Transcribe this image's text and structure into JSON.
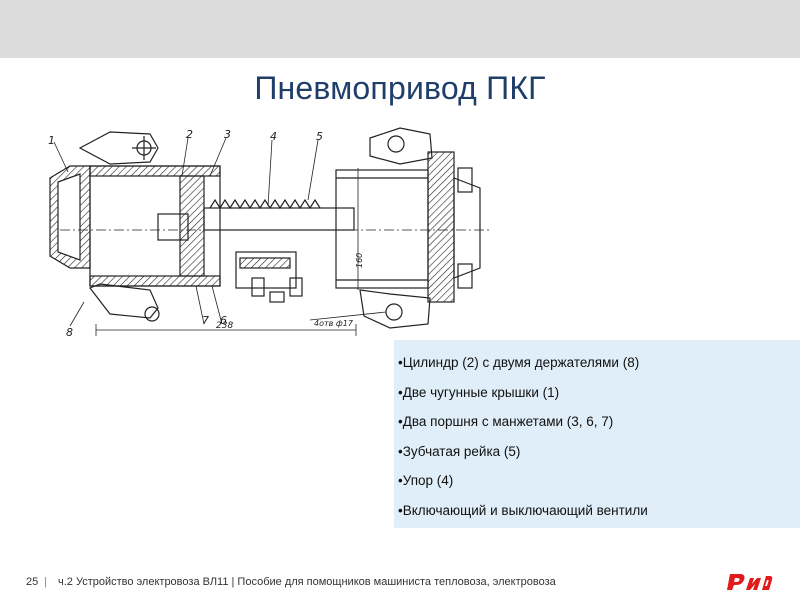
{
  "header": {
    "title": "Пневмопривод ПКГ"
  },
  "drawing": {
    "part_numbers": [
      "1",
      "2",
      "3",
      "4",
      "5",
      "6",
      "7",
      "8"
    ],
    "dimensions": {
      "length": "238",
      "height": "160",
      "holes": "4отв ф17"
    }
  },
  "features": [
    "•Цилиндр (2) с двумя держателями (8)",
    "•Две чугунные крышки (1)",
    "•Два поршня с манжетами (3, 6, 7)",
    "•Зубчатая рейка (5)",
    "•Упор (4)",
    "•Включающий и выключающий вентили"
  ],
  "footer": {
    "page_number": "25",
    "separator": "|",
    "text": "ч.2  Устройство электровоза ВЛ11 | Пособие для помощников машиниста тепловоза, электровоза"
  },
  "logo": {
    "icon": "rzd-logo-icon",
    "color": "#e21a1a"
  },
  "colors": {
    "title": "#1f3f6a",
    "topbar": "#dcdcdc",
    "infobox": "#dfeef8"
  }
}
